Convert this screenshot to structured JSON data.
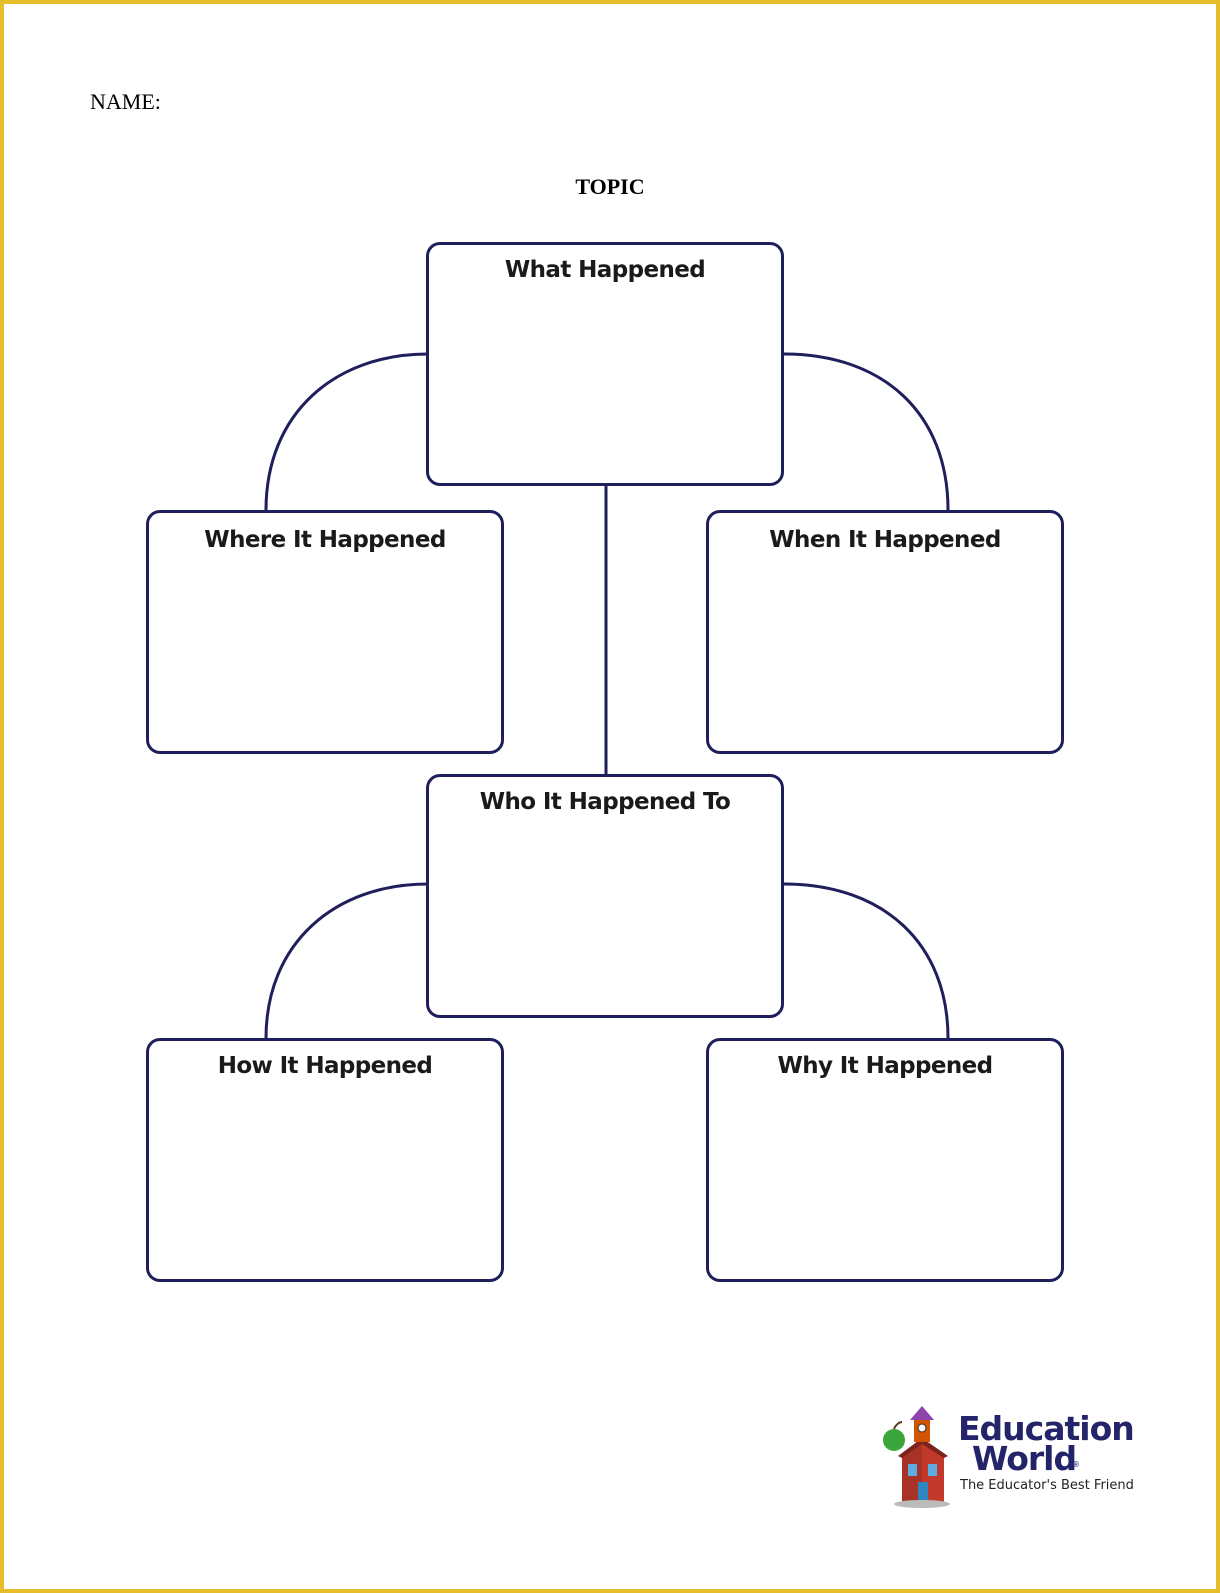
{
  "header": {
    "name_label": "NAME:",
    "topic_label": "TOPIC"
  },
  "organizer": {
    "boxes": [
      {
        "id": "what",
        "title": "What Happened"
      },
      {
        "id": "where",
        "title": "Where It Happened"
      },
      {
        "id": "when",
        "title": "When It Happened"
      },
      {
        "id": "who",
        "title": "Who It Happened To"
      },
      {
        "id": "how",
        "title": "How It Happened"
      },
      {
        "id": "why",
        "title": "Why It Happened"
      }
    ],
    "line_color": "#1f1f5c"
  },
  "logo": {
    "line1": "Education",
    "line2": "World",
    "registered": "®",
    "tagline": "The Educator's Best Friend"
  },
  "colors": {
    "page_border": "#e6bd2a"
  }
}
